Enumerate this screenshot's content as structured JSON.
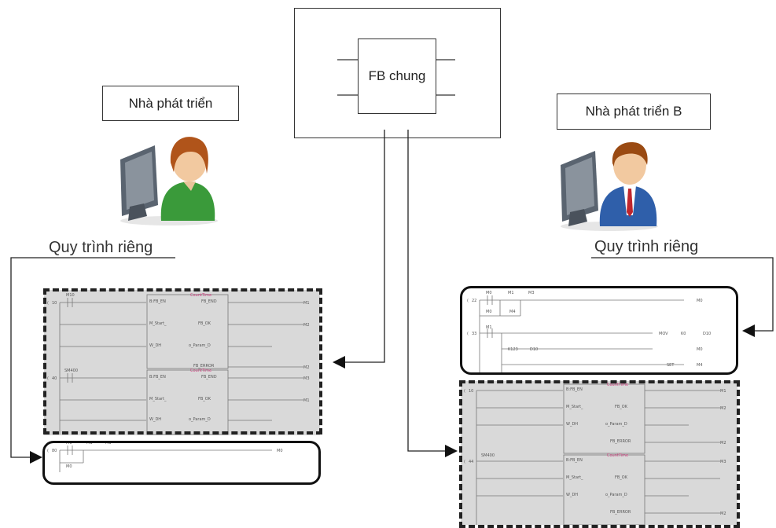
{
  "fb_label": "FB chung",
  "dev_a_label": "Nhà phát triển",
  "dev_b_label": "Nhà phát triển B",
  "private_flow_left": "Quy trình riêng",
  "private_flow_right": "Quy trình riêng",
  "icons": [
    "developer-a-female-icon",
    "developer-b-male-icon"
  ],
  "colors": {
    "panel_gray": "#d9d9d9",
    "border_dark": "#222222",
    "fb_pink": "#d04080"
  }
}
